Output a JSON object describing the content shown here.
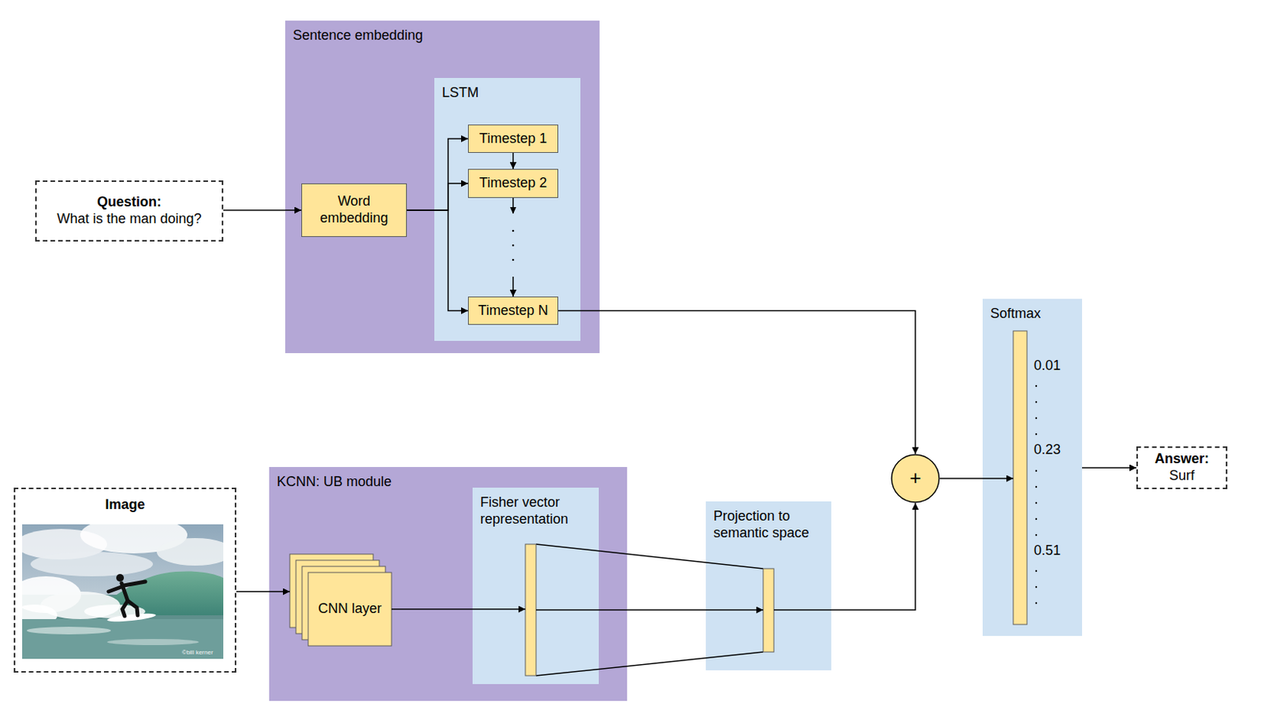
{
  "diagram": {
    "nodes": [
      {
        "text": [
          "Question:",
          "What is the man doing?"
        ]
      },
      {
        "text": [
          "Sentence embedding"
        ]
      },
      {
        "text": [
          "Word embedding"
        ],
        "in": 1
      },
      {
        "text": [
          "LSTM"
        ],
        "in": 1
      },
      {
        "text": [
          "Timestep 1"
        ],
        "in": 3
      },
      {
        "text": [
          "Timestep 2"
        ],
        "in": 3
      },
      {
        "text": [
          "Timestep N"
        ],
        "in": 3
      },
      {
        "text": [
          "Image"
        ]
      },
      {
        "text": [
          "KCNN: UB module"
        ]
      },
      {
        "text": [
          "CNN layer"
        ],
        "in": 8
      },
      {
        "text": [
          "Fisher vector representation"
        ],
        "in": 8
      },
      {
        "text": [
          "Projection to semantic space"
        ]
      },
      {
        "text": [
          "+"
        ]
      },
      {
        "text": [
          "Softmax",
          "0.01",
          "0.23",
          "0.51"
        ]
      },
      {
        "text": [
          "Answer:",
          "Surf"
        ]
      }
    ],
    "edges": [
      {
        "from": 0,
        "to": 2,
        "arrow": "to"
      },
      {
        "from": 2,
        "to": 4,
        "arrow": "to"
      },
      {
        "from": 2,
        "to": 5,
        "arrow": "to"
      },
      {
        "from": 2,
        "to": 6,
        "arrow": "to"
      },
      {
        "from": 4,
        "to": 5,
        "arrow": "to"
      },
      {
        "from": 5,
        "to": 6,
        "arrow": "to"
      },
      {
        "from": 6,
        "to": 12,
        "arrow": "to"
      },
      {
        "from": 7,
        "to": 9,
        "arrow": "to"
      },
      {
        "from": 9,
        "to": 10,
        "arrow": "to"
      },
      {
        "from": 10,
        "to": 11,
        "arrow": "to"
      },
      {
        "from": 11,
        "to": 12,
        "arrow": "to"
      },
      {
        "from": 12,
        "to": 13,
        "arrow": "to"
      },
      {
        "from": 13,
        "to": 14,
        "arrow": "to"
      }
    ],
    "labels": [
      "©bill kerner"
    ]
  }
}
